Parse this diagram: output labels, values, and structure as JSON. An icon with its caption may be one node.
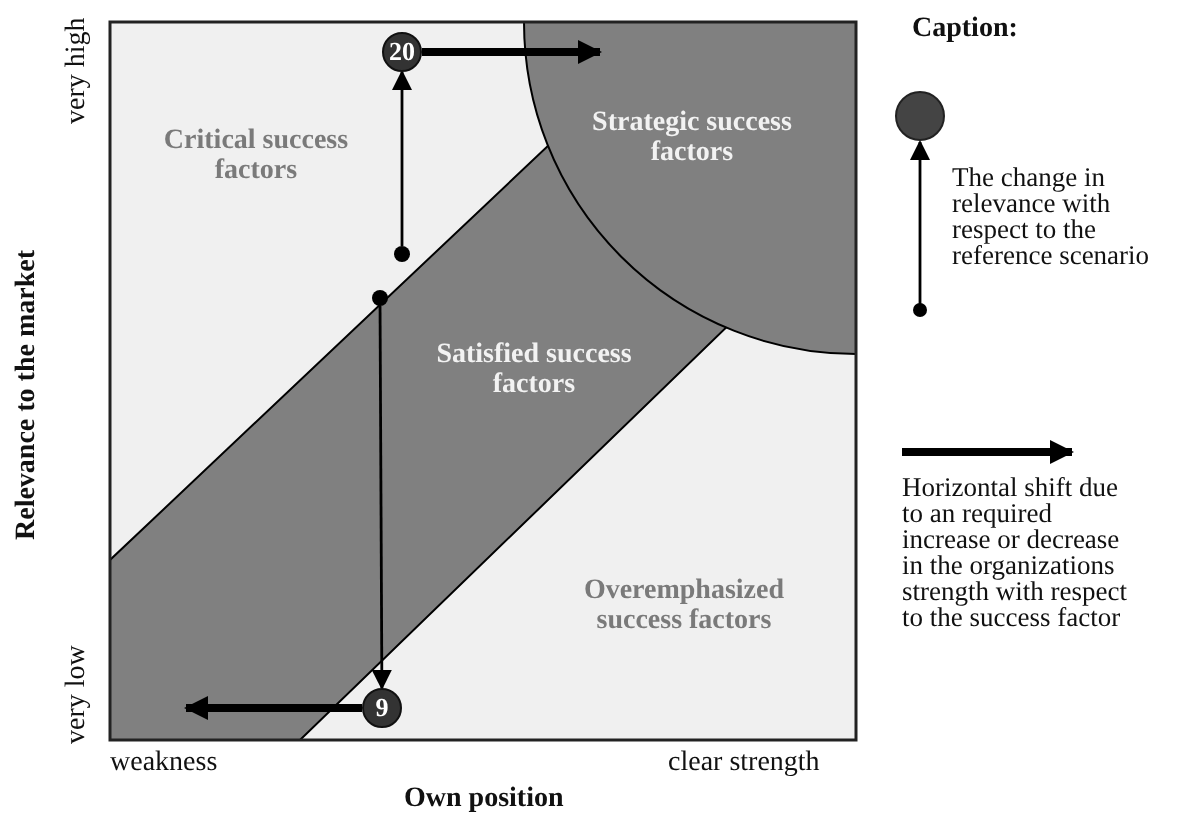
{
  "diagram": {
    "nodes": [
      {
        "text": [
          "20"
        ]
      },
      {
        "text": [
          "Critical success factors"
        ]
      },
      {
        "text": [
          "Strategic success factors"
        ]
      },
      {
        "text": [],
        "shape": "circle"
      },
      {
        "text": [],
        "shape": "circle"
      },
      {
        "text": [
          "Satisfied success factors"
        ]
      },
      {
        "text": [
          "Overemphasized success factors"
        ]
      },
      {
        "text": [
          "9"
        ]
      }
    ],
    "edges": [
      {
        "from": 3,
        "to": 0,
        "arrow": "to"
      },
      {
        "from": 0,
        "to": 2,
        "arrow": "to",
        "style": "thick"
      },
      {
        "from": 4,
        "to": 7,
        "arrow": "to"
      },
      {
        "from": 7,
        "to": null,
        "arrow": "to",
        "style": "thick"
      }
    ],
    "labels": [
      "very high",
      "Relevance to the market",
      "very low",
      "weakness",
      "clear strength",
      "Own position",
      "Caption:"
    ],
    "legend": [
      {
        "text": "The change in relevance with respect to the reference scenario"
      },
      {
        "text": "Horizontal shift due to an required increase or decrease in the organizations strength with respect to the success factor"
      }
    ]
  }
}
